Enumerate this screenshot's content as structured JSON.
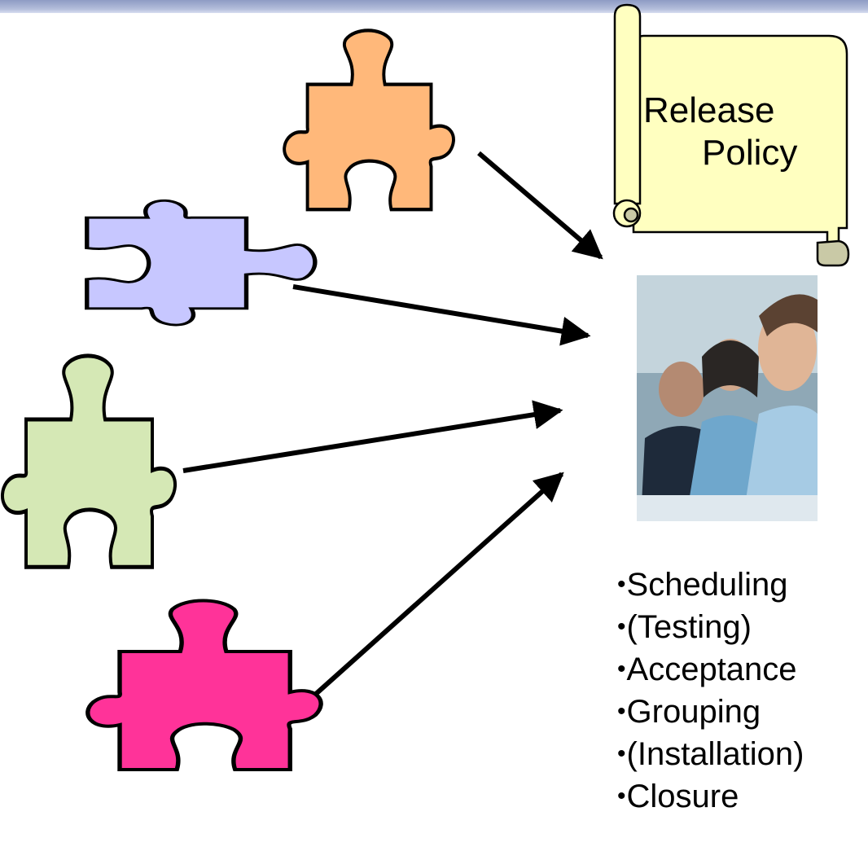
{
  "scroll": {
    "line1": "Release",
    "line2": "Policy",
    "fill": "#ffffc0"
  },
  "puzzle_colors": {
    "orange": "#ffb87a",
    "lavender": "#c7c7ff",
    "green": "#d5e8b5",
    "magenta": "#ff3399"
  },
  "steps": [
    {
      "label": "Scheduling"
    },
    {
      "label": "(Testing)"
    },
    {
      "label": "Acceptance"
    },
    {
      "label": "Grouping"
    },
    {
      "label": "(Installation)"
    },
    {
      "label": "Closure"
    }
  ]
}
